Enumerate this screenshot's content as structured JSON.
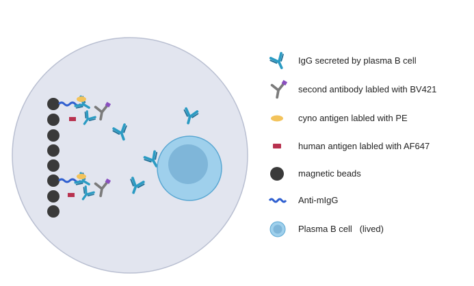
{
  "legend": {
    "items": [
      {
        "label": "IgG secreted by plasma B cell",
        "icon": "igg-antibody-icon"
      },
      {
        "label": "second antibody labled with BV421",
        "icon": "second-antibody-icon"
      },
      {
        "label": "cyno antigen labled with PE",
        "icon": "cyno-antigen-icon"
      },
      {
        "label": "human antigen labled with AF647",
        "icon": "human-antigen-icon"
      },
      {
        "label": "magnetic beads",
        "icon": "magnetic-bead-icon"
      },
      {
        "label": "Anti-mIgG",
        "icon": "anti-migg-icon"
      },
      {
        "label": "Plasma B cell   (lived)",
        "icon": "plasma-b-cell-icon"
      }
    ]
  },
  "colors": {
    "droplet_fill": "#e2e5ef",
    "droplet_stroke": "#b9bfd1",
    "igg": "#2b9bc3",
    "igg_dark": "#1f6f96",
    "second_antibody": "#7b7b7b",
    "bv421": "#8a4fbf",
    "pe": "#f3c35b",
    "af647": "#b8324f",
    "bead": "#3a3a3a",
    "anti_migg": "#2f5fd0",
    "cell_outer": "#9fd0ec",
    "cell_inner": "#7fb6d9"
  }
}
